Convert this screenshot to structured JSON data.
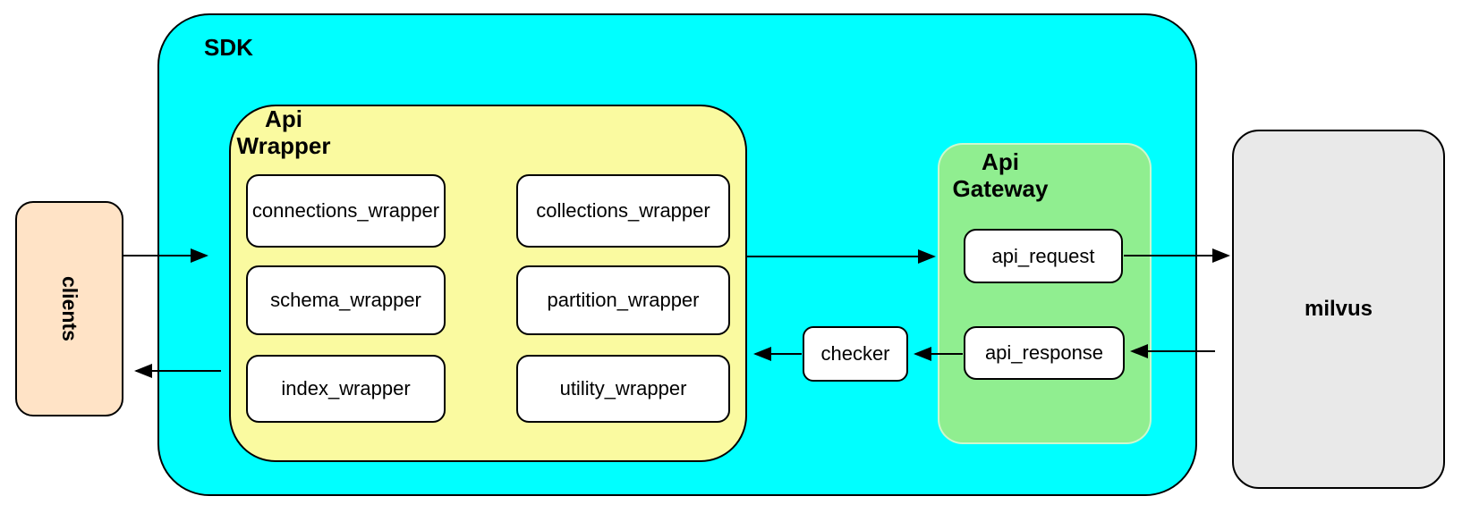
{
  "nodes": {
    "clients": {
      "label": "clients"
    },
    "sdk": {
      "label": "SDK"
    },
    "api_wrapper": {
      "line1": "Api",
      "line2": "Wrapper"
    },
    "wrappers": [
      {
        "label": "connections_wrapper"
      },
      {
        "label": "collections_wrapper"
      },
      {
        "label": "schema_wrapper"
      },
      {
        "label": "partition_wrapper"
      },
      {
        "label": "index_wrapper"
      },
      {
        "label": "utility_wrapper"
      }
    ],
    "checker": {
      "label": "checker"
    },
    "api_gateway": {
      "line1": "Api",
      "line2": "Gateway"
    },
    "api_request": {
      "label": "api_request"
    },
    "api_response": {
      "label": "api_response"
    },
    "milvus": {
      "label": "milvus"
    }
  },
  "edges": [
    {
      "from": "clients",
      "to": "sdk"
    },
    {
      "from": "sdk",
      "to": "clients"
    },
    {
      "from": "api_wrapper",
      "to": "api_gateway"
    },
    {
      "from": "api_request",
      "to": "milvus"
    },
    {
      "from": "milvus",
      "to": "api_response"
    },
    {
      "from": "api_response",
      "to": "checker"
    },
    {
      "from": "checker",
      "to": "api_wrapper"
    }
  ],
  "colors": {
    "sdk_fill": "#00FFFF",
    "wrapper_fill": "#FAFAA0",
    "gateway_fill": "#90EE90",
    "clients_fill": "#FFE3C6",
    "milvus_fill": "#E9E9E9",
    "node_fill": "#FFFFFF",
    "stroke": "#000000"
  }
}
